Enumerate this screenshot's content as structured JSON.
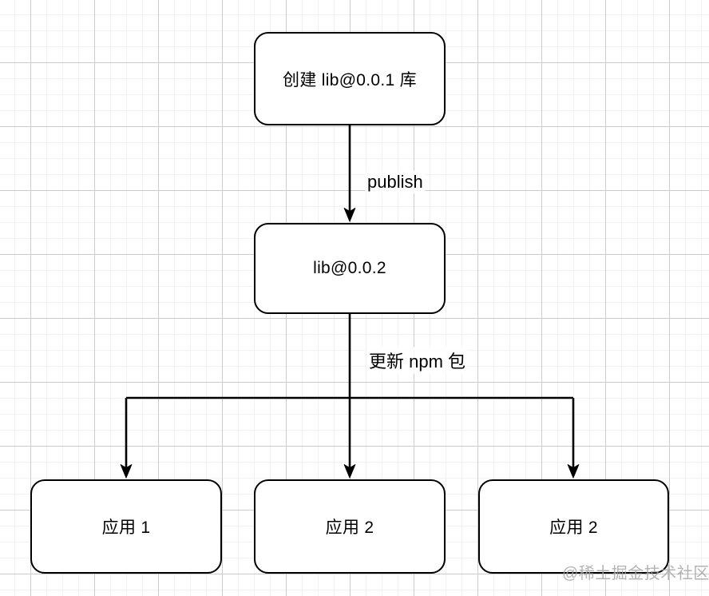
{
  "diagram": {
    "nodes": [
      {
        "id": "create-lib",
        "label": "创建 lib@0.0.1 库"
      },
      {
        "id": "lib-0-0-2",
        "label": "lib@0.0.2"
      },
      {
        "id": "app-1",
        "label": "应用 1"
      },
      {
        "id": "app-2",
        "label": "应用 2"
      },
      {
        "id": "app-3",
        "label": "应用 2"
      }
    ],
    "edge_labels": [
      {
        "id": "publish",
        "label": "publish"
      },
      {
        "id": "update-npm",
        "label": "更新 npm 包"
      }
    ],
    "colors": {
      "stroke": "#000000",
      "node_fill": "#ffffff",
      "grid_minor": "#f2f2f2",
      "grid_major": "#cccccc",
      "watermark": "#a6a6a6"
    }
  },
  "watermark": {
    "text": "@稀土掘金技术社区"
  }
}
